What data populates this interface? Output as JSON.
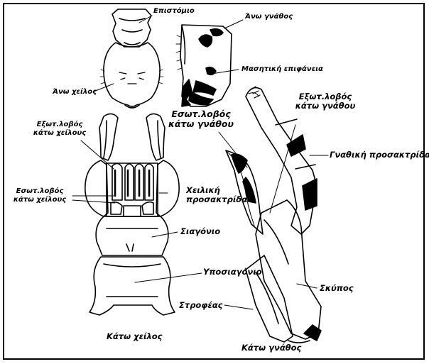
{
  "labels": {
    "epistomio": "Επιστόμιο",
    "ano_cheilos": "Άνω χείλος",
    "ano_gnathos": "Άνω γνάθος",
    "masitiki": "Μασητική επιφάνεια",
    "exot_kato_cheilous_1": "Εξωτ.λοβός",
    "exot_kato_cheilous_2": "κάτω χείλους",
    "esot_kato_cheilous_1": "Εσωτ.λοβός",
    "esot_kato_cheilous_2": "κάτω χείλους",
    "cheiliki_1": "Χειλική",
    "cheiliki_2": "προσακτρίδα",
    "siagonio": "Σιαγόνιο",
    "yposiagonio": "Υποσιαγόνιο",
    "kato_cheilos": "Κάτω χείλος",
    "esot_kato_gnathou_1": "Εσωτ.λοβός",
    "esot_kato_gnathou_2": "κάτω γνάθου",
    "exot_kato_gnathou_1": "Εξωτ.λοβός",
    "exot_kato_gnathou_2": "κάτω γνάθου",
    "gnathiki": "Γναθική προσακτρίδα",
    "skypos": "Σκύπος",
    "strofeas": "Στροφέας",
    "kato_gnathos": "Κάτω γνάθος"
  },
  "colors": {
    "ink": "#000000",
    "background": "#ffffff"
  }
}
